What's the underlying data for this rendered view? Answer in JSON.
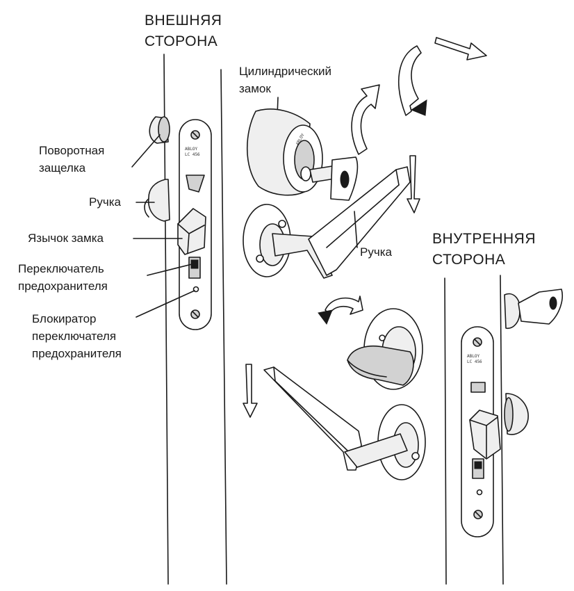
{
  "labels": {
    "outside_side_line1": "ВНЕШНЯЯ",
    "outside_side_line2": "СТОРОНА",
    "inside_side_line1": "ВНУТРЕННЯЯ",
    "inside_side_line2": "СТОРОНА",
    "cylinder_lock_line1": "Цилиндрический",
    "cylinder_lock_line2": "замок",
    "rotary_latch_line1": "Поворотная",
    "rotary_latch_line2": "защелка",
    "handle_left": "Ручка",
    "lock_tongue": "Язычок замка",
    "safety_switch_line1": "Переключатель",
    "safety_switch_line2": "предохранителя",
    "switch_blocker_line1": "Блокиратор",
    "switch_blocker_line2": "переключателя",
    "switch_blocker_line3": "предохранителя",
    "handle_center": "Ручка"
  },
  "stamp_text": "ABLOY"
}
